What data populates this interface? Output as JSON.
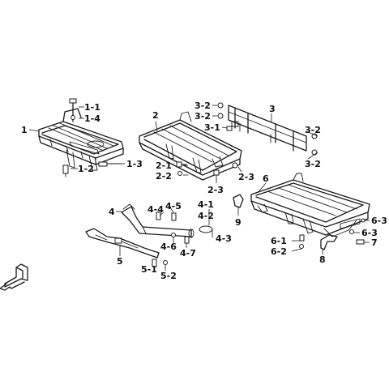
{
  "diagram": {
    "title": "",
    "callouts": {
      "c_1": "1",
      "c_1_1": "1-1",
      "c_1_2": "1-2",
      "c_1_3": "1-3",
      "c_1_4": "1-4",
      "c_2": "2",
      "c_2_1": "2-1",
      "c_2_2": "2-2",
      "c_2_3a": "2-3",
      "c_2_3b": "2-3",
      "c_3": "3",
      "c_3_1": "3-1",
      "c_3_2a": "3-2",
      "c_3_2b": "3-2",
      "c_3_2c": "3-2",
      "c_3_2d": "3-2",
      "c_4": "4",
      "c_4_1": "4-1",
      "c_4_2": "4-2",
      "c_4_3": "4-3",
      "c_4_4": "4-4",
      "c_4_5": "4-5",
      "c_4_6": "4-6",
      "c_4_7": "4-7",
      "c_5": "5",
      "c_5_1": "5-1",
      "c_5_2": "5-2",
      "c_6": "6",
      "c_6_1": "6-1",
      "c_6_2": "6-2",
      "c_6_3a": "6-3",
      "c_6_3b": "6-3",
      "c_7": "7",
      "c_8": "8",
      "c_9": "9"
    }
  }
}
